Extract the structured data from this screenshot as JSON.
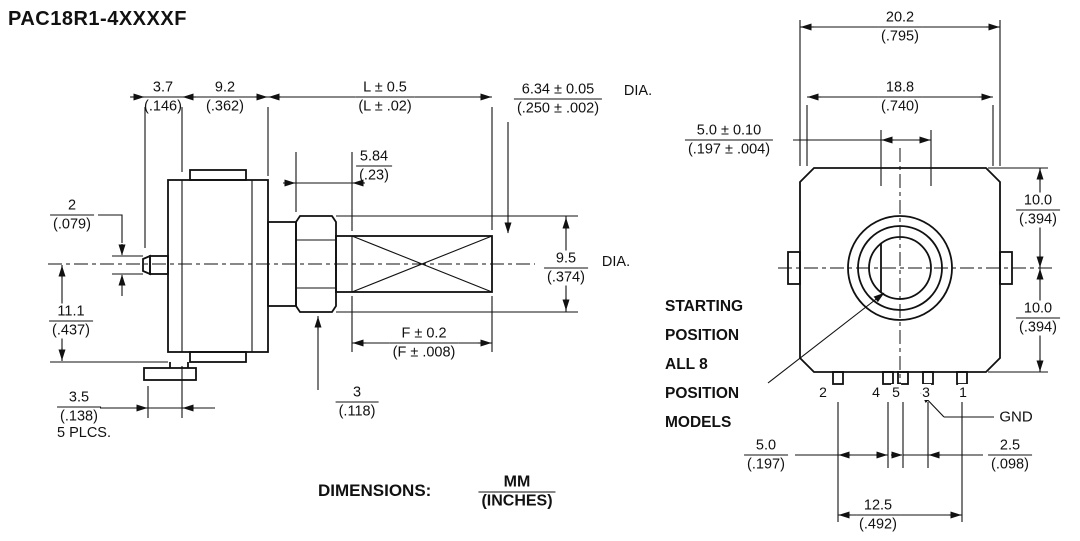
{
  "title": "PAC18R1-4XXXXF",
  "side_view": {
    "d37": {
      "mm": "3.7",
      "in": "(.146)"
    },
    "d92": {
      "mm": "9.2",
      "in": "(.362)"
    },
    "dL": {
      "mm": "L ± 0.5",
      "in": "(L ± .02)"
    },
    "d634": {
      "mm": "6.34 ± 0.05",
      "in": "(.250 ± .002)",
      "suffix": "DIA."
    },
    "d584": {
      "mm": "5.84",
      "in": "(.23)"
    },
    "d2": {
      "mm": "2",
      "in": "(.079)"
    },
    "d111": {
      "mm": "11.1",
      "in": "(.437)"
    },
    "d95": {
      "mm": "9.5",
      "in": "(.374)",
      "suffix": "DIA."
    },
    "dF": {
      "mm": "F ± 0.2",
      "in": "(F ± .008)"
    },
    "d3": {
      "mm": "3",
      "in": "(.118)"
    },
    "d35": {
      "mm": "3.5",
      "in": "(.138)",
      "note": "5 PLCS."
    }
  },
  "front_view": {
    "d202": {
      "mm": "20.2",
      "in": "(.795)"
    },
    "d188": {
      "mm": "18.8",
      "in": "(.740)"
    },
    "d50flat": {
      "mm": "5.0 ± 0.10",
      "in": "(.197 ± .004)"
    },
    "d100top": {
      "mm": "10.0",
      "in": "(.394)"
    },
    "d100bot": {
      "mm": "10.0",
      "in": "(.394)"
    },
    "d50pin": {
      "mm": "5.0",
      "in": "(.197)"
    },
    "d25": {
      "mm": "2.5",
      "in": "(.098)"
    },
    "d125": {
      "mm": "12.5",
      "in": "(.492)"
    },
    "callout": [
      "STARTING",
      "POSITION",
      "ALL 8",
      "POSITION",
      "MODELS"
    ],
    "pins": [
      "2",
      "4",
      "5",
      "3",
      "1"
    ],
    "gnd_label": "GND"
  },
  "note": {
    "label": "DIMENSIONS:",
    "mm": "MM",
    "in": "(INCHES)"
  },
  "colors": {
    "line": "#111111",
    "background": "#ffffff"
  }
}
